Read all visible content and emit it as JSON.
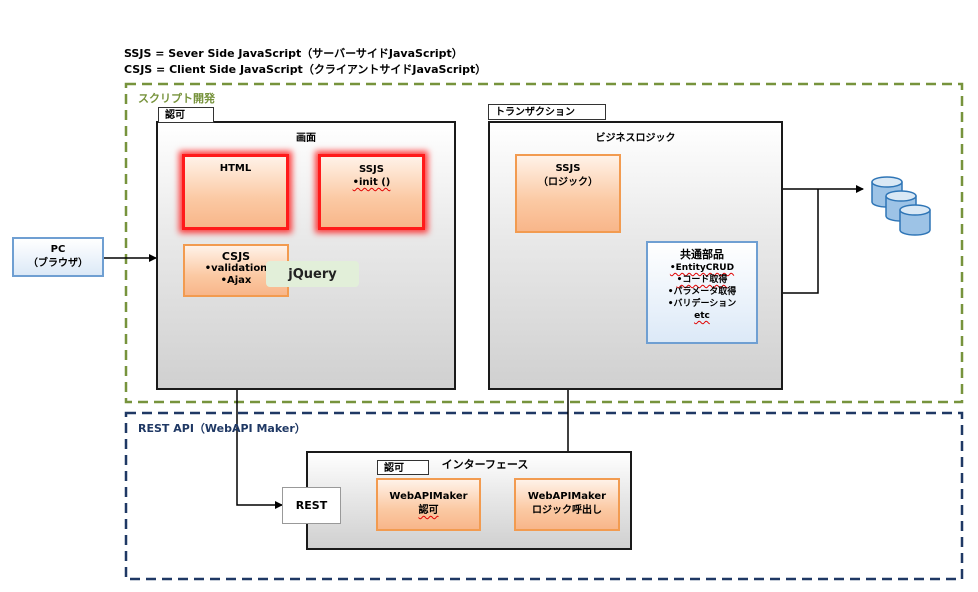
{
  "notes": {
    "line1": "SSJS = Sever Side JavaScript（サーバーサイドJavaScript）",
    "line2": "CSJS = Client Side JavaScript（クライアントサイドJavaScript）"
  },
  "regions": {
    "script_dev": "スクリプト開発",
    "rest_api": "REST API（WebAPI Maker）"
  },
  "pc": {
    "line1": "PC",
    "line2": "（ブラウザ）"
  },
  "screen_panel": {
    "tag": "認可",
    "title": "画面",
    "html_box": "HTML",
    "ssjs_box": {
      "line1": "SSJS",
      "line2": "•init ()"
    },
    "csjs_box": {
      "line1": "CSJS",
      "line2": "•validation",
      "line3": "•Ajax"
    },
    "jquery": "jQuery"
  },
  "business_panel": {
    "tag": "トランザクション",
    "title": "ビジネスロジック",
    "ssjs_box": {
      "line1": "SSJS",
      "line2": "（ロジック）"
    },
    "common_box": {
      "title": "共通部品",
      "items": [
        "•EntityCRUD",
        "•コード取得",
        "•パラメータ取得",
        "•バリデーション",
        "etc"
      ]
    }
  },
  "interface_panel": {
    "tag": "認可",
    "title": "インターフェース",
    "rest_box": "REST",
    "auth_box": {
      "line1": "WebAPIMaker",
      "line2": "認可"
    },
    "logic_box": {
      "line1": "WebAPIMaker",
      "line2": "ロジック呼出し"
    }
  },
  "colors": {
    "green_dash": "#77933c",
    "blue_dash": "#1f3864",
    "orange_border": "#f29b50",
    "red_glow": "#ff1a1a",
    "db_blue": "#9dc3e6"
  },
  "icons": {
    "database": "database-icon"
  }
}
